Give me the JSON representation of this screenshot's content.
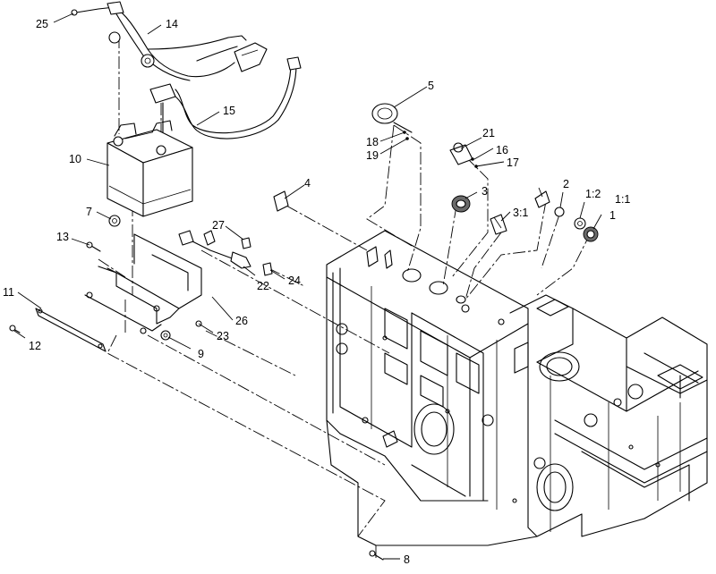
{
  "callouts": [
    {
      "id": "c1",
      "label": "1"
    },
    {
      "id": "c1_1",
      "label": "1:1"
    },
    {
      "id": "c1_2",
      "label": "1:2"
    },
    {
      "id": "c2",
      "label": "2"
    },
    {
      "id": "c3",
      "label": "3"
    },
    {
      "id": "c3_1",
      "label": "3:1"
    },
    {
      "id": "c4",
      "label": "4"
    },
    {
      "id": "c5",
      "label": "5"
    },
    {
      "id": "c7",
      "label": "7"
    },
    {
      "id": "c8",
      "label": "8"
    },
    {
      "id": "c9",
      "label": "9"
    },
    {
      "id": "c10",
      "label": "10"
    },
    {
      "id": "c11",
      "label": "11"
    },
    {
      "id": "c12",
      "label": "12"
    },
    {
      "id": "c13",
      "label": "13"
    },
    {
      "id": "c14",
      "label": "14"
    },
    {
      "id": "c15",
      "label": "15"
    },
    {
      "id": "c16",
      "label": "16"
    },
    {
      "id": "c17",
      "label": "17"
    },
    {
      "id": "c18",
      "label": "18"
    },
    {
      "id": "c19",
      "label": "19"
    },
    {
      "id": "c21",
      "label": "21"
    },
    {
      "id": "c22",
      "label": "22"
    },
    {
      "id": "c23",
      "label": "23"
    },
    {
      "id": "c24",
      "label": "24"
    },
    {
      "id": "c25",
      "label": "25"
    },
    {
      "id": "c26",
      "label": "26"
    },
    {
      "id": "c27",
      "label": "27"
    }
  ]
}
